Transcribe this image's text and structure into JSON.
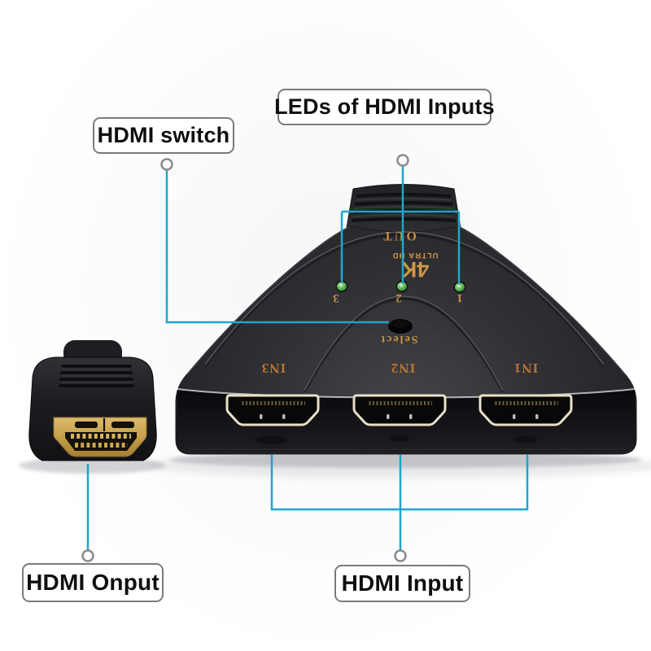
{
  "colors": {
    "callout_line": "#1ea6c9",
    "gold": "#c6913f",
    "led_green": "#46a043"
  },
  "callouts": {
    "hdmi_switch": {
      "label": "HDMI switch"
    },
    "leds_of_inputs": {
      "label": "LEDs of HDMI Inputs"
    },
    "hdmi_onput": {
      "label": "HDMI Onput"
    },
    "hdmi_input": {
      "label": "HDMI Input"
    }
  },
  "device": {
    "out_port_label": "OUT",
    "logo_4k": "4K",
    "logo_ultra_hd": "ULTRA HD",
    "select_button_label": "Select",
    "leds": [
      {
        "number": "3"
      },
      {
        "number": "2"
      },
      {
        "number": "1"
      }
    ],
    "input_ports": [
      {
        "label": "IN3"
      },
      {
        "label": "IN2"
      },
      {
        "label": "IN1"
      }
    ]
  }
}
